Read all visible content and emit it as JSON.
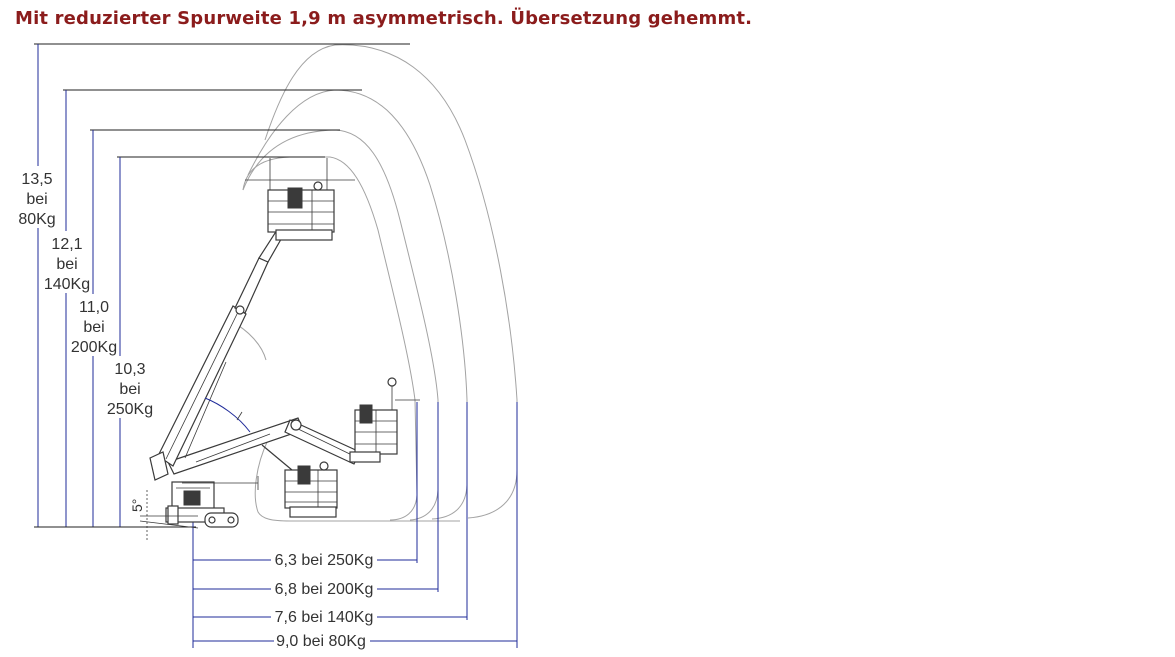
{
  "title": "Mit reduzierter Spurweite 1,9 m asymmetrisch. Übersetzung gehemmt.",
  "heights": [
    {
      "lines": [
        "13,5",
        "bei",
        "80Kg"
      ]
    },
    {
      "lines": [
        "12,1",
        "bei",
        "140Kg"
      ]
    },
    {
      "lines": [
        "11,0",
        "bei",
        "200Kg"
      ]
    },
    {
      "lines": [
        "10,3",
        "bei",
        "250Kg"
      ]
    }
  ],
  "reaches": [
    "6,3 bei 250Kg",
    "6,8 bei 200Kg",
    "7,6 bei 140Kg",
    "9,0 bei 80Kg"
  ],
  "tilt_angle": "5°",
  "colors": {
    "title": "#8b1c1c",
    "label": "#333333",
    "dimension": "#1f2b9a",
    "reference": "#222222",
    "envelope": "#a3a3a3",
    "machine": "#3a3a3a"
  }
}
